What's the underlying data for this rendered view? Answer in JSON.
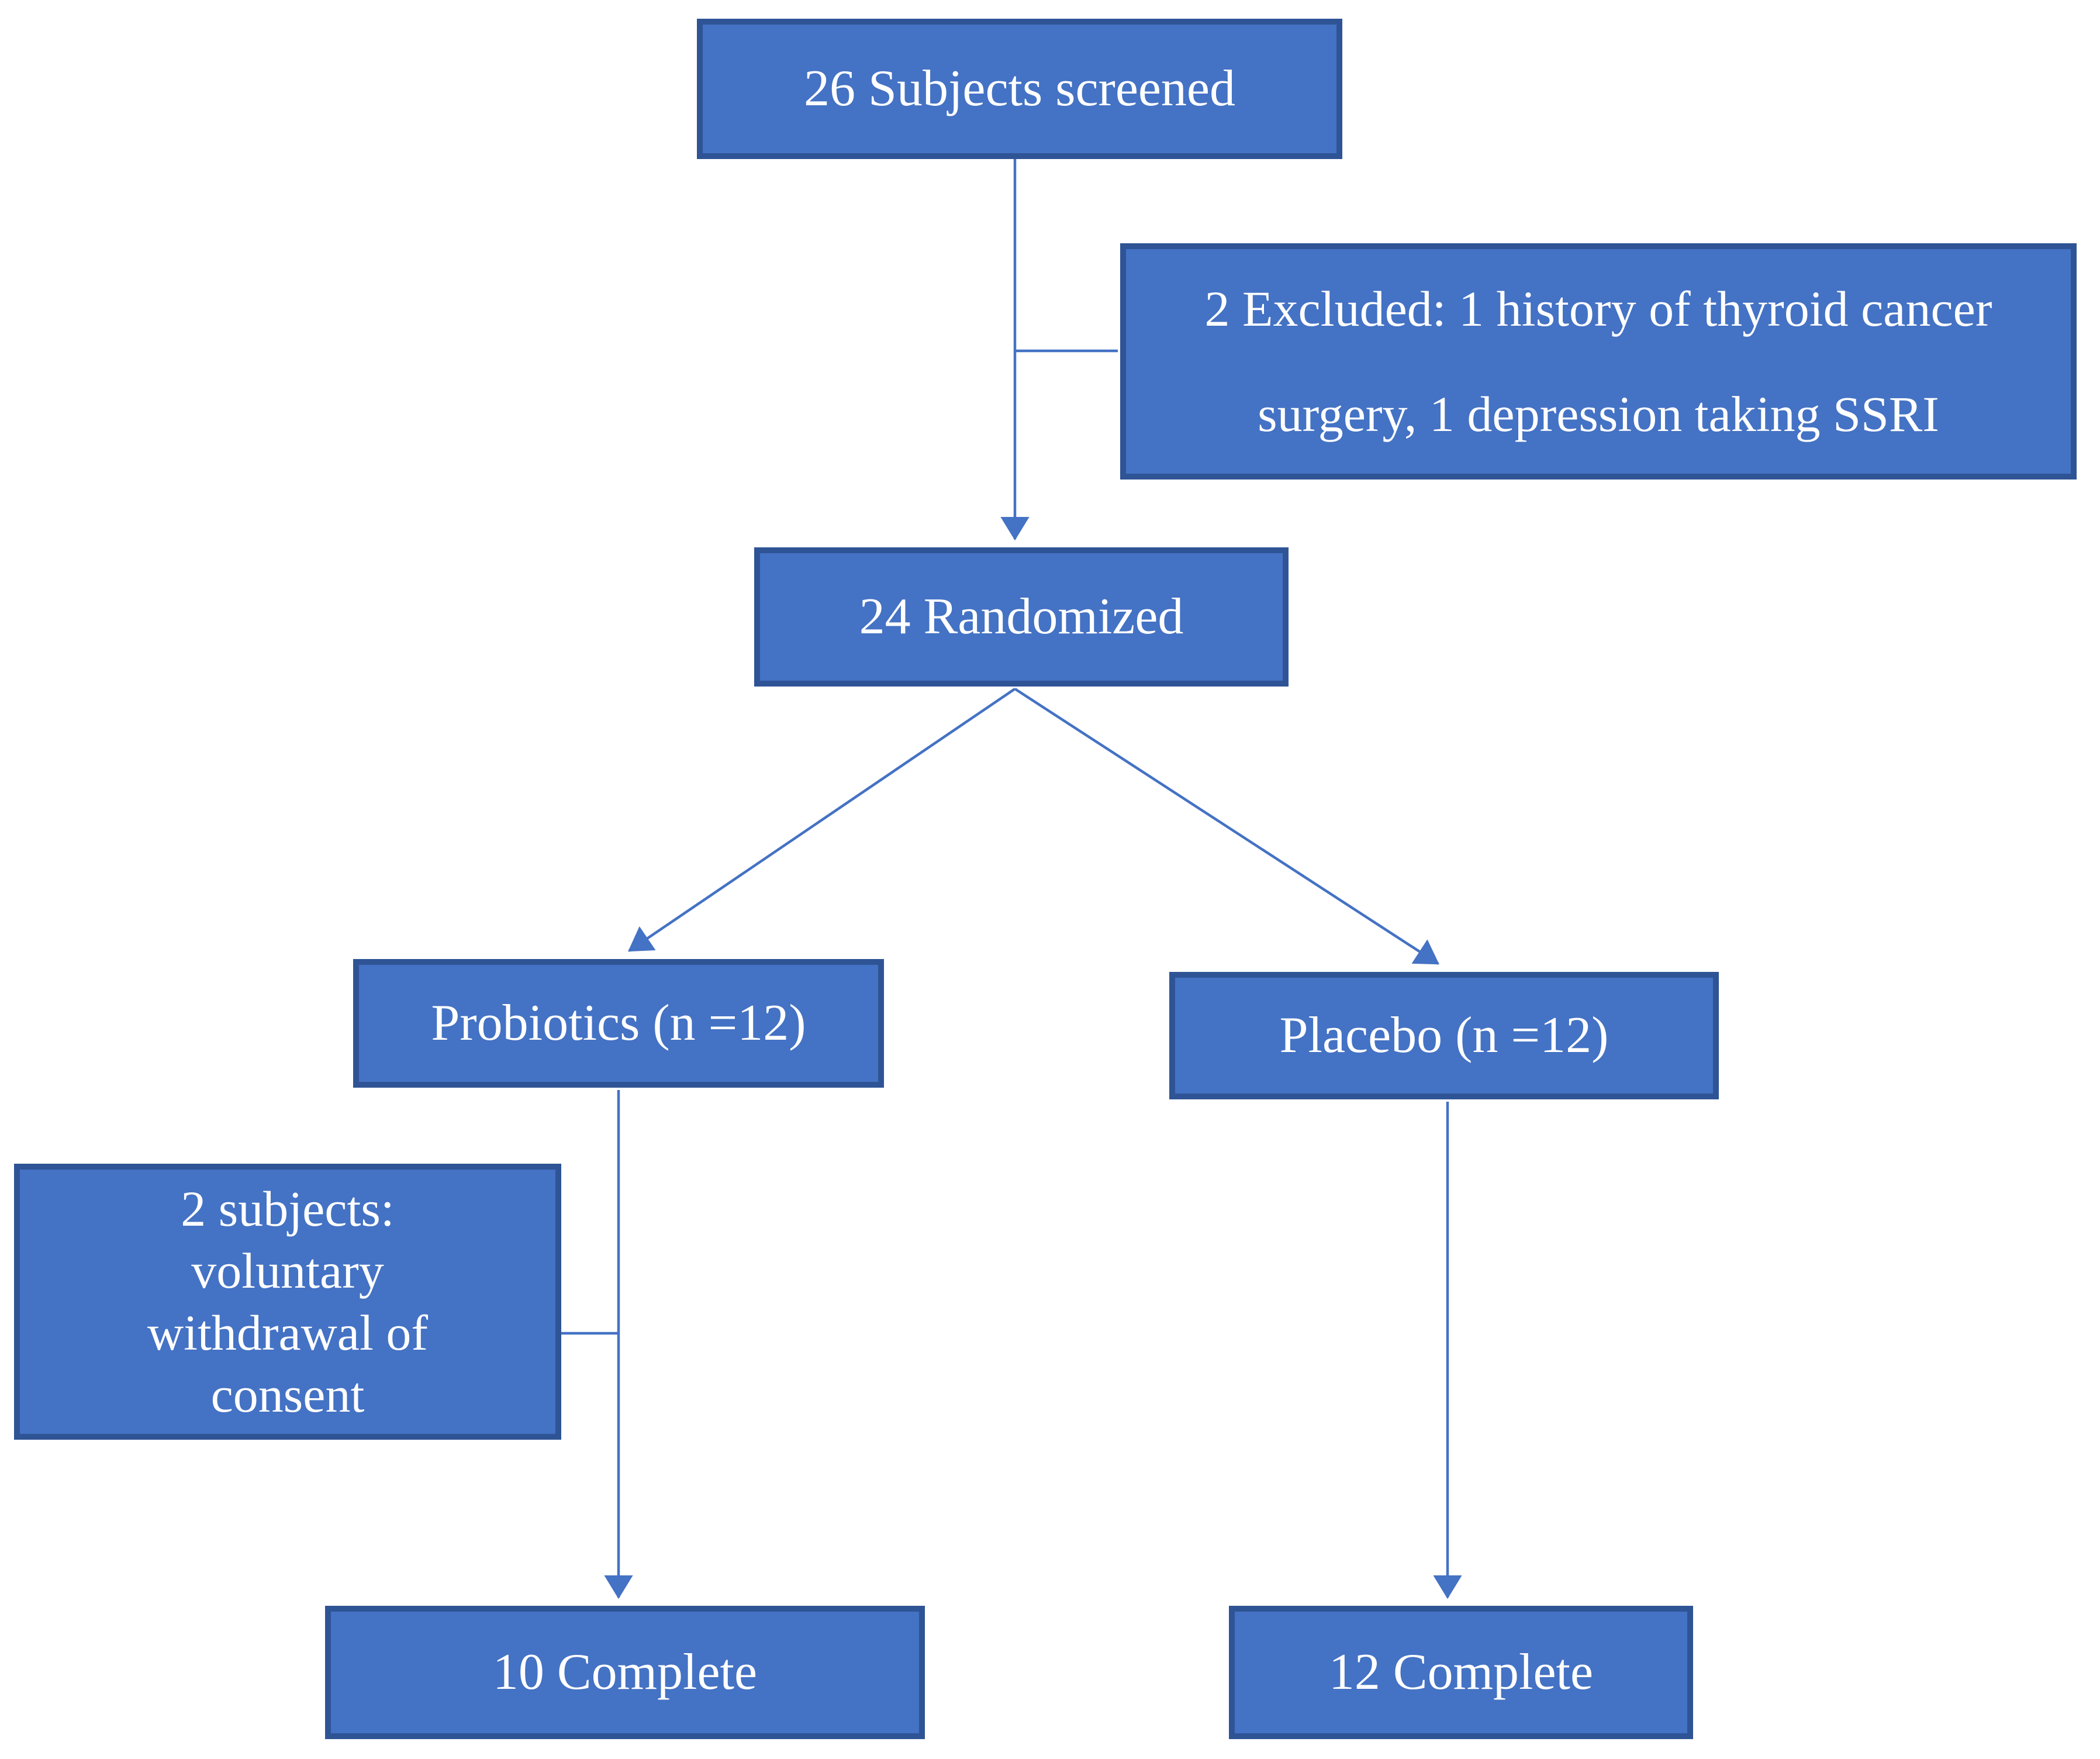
{
  "diagram": {
    "type": "flowchart",
    "description": "Study enrollment flow diagram",
    "background": "#ffffff",
    "colors": {
      "box_fill": "#4472C4",
      "box_border": "#2F5496",
      "connector": "#4472C4",
      "text": "#ffffff"
    },
    "nodes": {
      "screened": {
        "label": "26 Subjects screened"
      },
      "excluded": {
        "label": "2 Excluded: 1 history of thyroid cancer surgery, 1 depression taking SSRI",
        "lines": [
          "2 Excluded: 1 history of thyroid cancer",
          "surgery, 1 depression taking SSRI"
        ]
      },
      "randomized": {
        "label": "24 Randomized"
      },
      "probiotics": {
        "label": "Probiotics (n =12)"
      },
      "placebo": {
        "label": "Placebo (n =12)"
      },
      "withdrawal": {
        "label": "2 subjects: voluntary withdrawal of consent",
        "lines": [
          "2 subjects:",
          "voluntary",
          "withdrawal of",
          "consent"
        ]
      },
      "complete_probiotics": {
        "label": "10 Complete"
      },
      "complete_placebo": {
        "label": "12 Complete"
      }
    },
    "edges": [
      {
        "from": "screened",
        "to": "randomized",
        "style": "arrow"
      },
      {
        "from": "screened",
        "to": "excluded",
        "style": "line"
      },
      {
        "from": "randomized",
        "to": "probiotics",
        "style": "arrow"
      },
      {
        "from": "randomized",
        "to": "placebo",
        "style": "arrow"
      },
      {
        "from": "probiotics",
        "to": "complete_probiotics",
        "style": "arrow"
      },
      {
        "from": "withdrawal",
        "to": "probiotics_to_complete_path",
        "style": "line"
      },
      {
        "from": "placebo",
        "to": "complete_placebo",
        "style": "arrow"
      }
    ]
  }
}
